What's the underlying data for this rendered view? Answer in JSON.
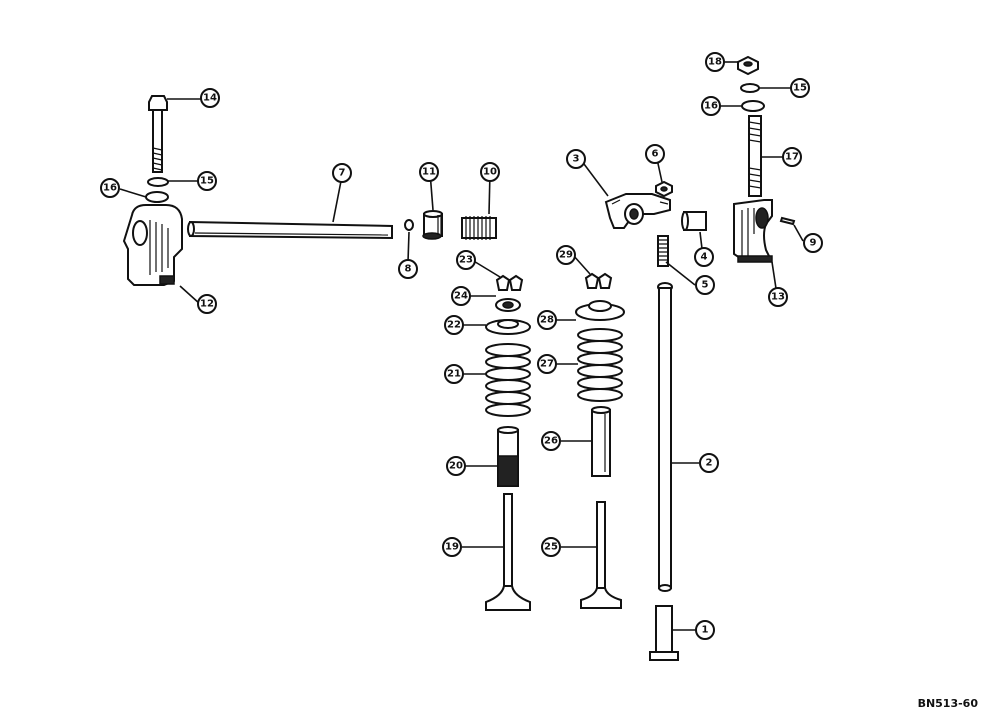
{
  "diagram": {
    "code": "BN513-60",
    "callouts": [
      {
        "id": "c1",
        "label": "1"
      },
      {
        "id": "c2",
        "label": "2"
      },
      {
        "id": "c3",
        "label": "3"
      },
      {
        "id": "c4",
        "label": "4"
      },
      {
        "id": "c5",
        "label": "5"
      },
      {
        "id": "c6",
        "label": "6"
      },
      {
        "id": "c7",
        "label": "7"
      },
      {
        "id": "c8",
        "label": "8"
      },
      {
        "id": "c9",
        "label": "9"
      },
      {
        "id": "c10",
        "label": "10"
      },
      {
        "id": "c11",
        "label": "11"
      },
      {
        "id": "c12",
        "label": "12"
      },
      {
        "id": "c13",
        "label": "13"
      },
      {
        "id": "c14",
        "label": "14"
      },
      {
        "id": "c15a",
        "label": "15"
      },
      {
        "id": "c15b",
        "label": "15"
      },
      {
        "id": "c16a",
        "label": "16"
      },
      {
        "id": "c16b",
        "label": "16"
      },
      {
        "id": "c17",
        "label": "17"
      },
      {
        "id": "c18",
        "label": "18"
      },
      {
        "id": "c19",
        "label": "19"
      },
      {
        "id": "c20",
        "label": "20"
      },
      {
        "id": "c21",
        "label": "21"
      },
      {
        "id": "c22",
        "label": "22"
      },
      {
        "id": "c23",
        "label": "23"
      },
      {
        "id": "c24",
        "label": "24"
      },
      {
        "id": "c25",
        "label": "25"
      },
      {
        "id": "c26",
        "label": "26"
      },
      {
        "id": "c27",
        "label": "27"
      },
      {
        "id": "c28",
        "label": "28"
      },
      {
        "id": "c29",
        "label": "29"
      }
    ]
  }
}
